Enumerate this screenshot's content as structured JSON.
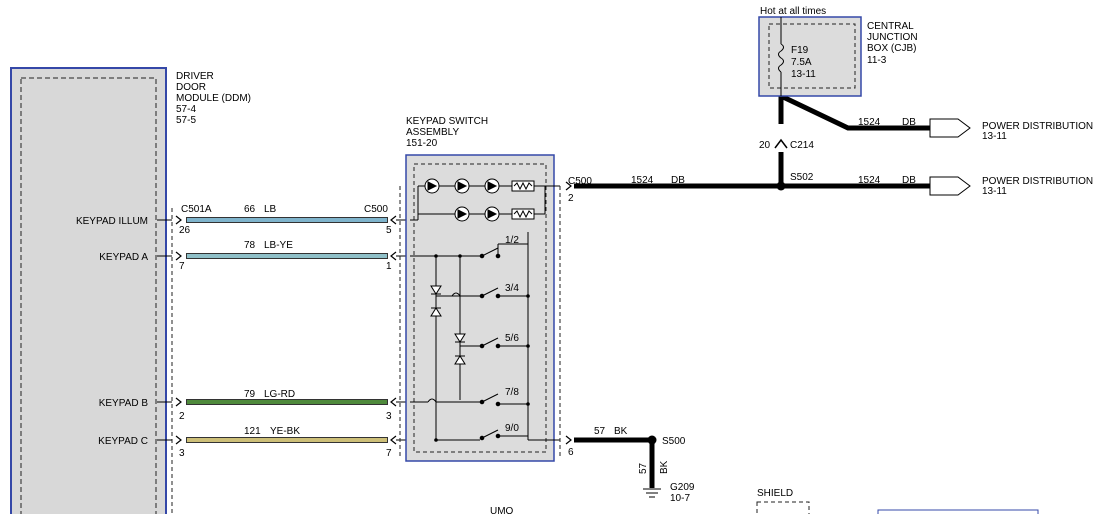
{
  "ddm": {
    "title_lines": [
      "DRIVER",
      "DOOR",
      "MODULE (DDM)",
      "57-4",
      "57-5"
    ],
    "connector": "C501A",
    "pins": {
      "illum": "26",
      "a": "7",
      "b": "2",
      "c": "3"
    }
  },
  "signals": {
    "illum": "KEYPAD ILLUM",
    "a": "KEYPAD A",
    "b": "KEYPAD B",
    "c": "KEYPAD C"
  },
  "wires": {
    "illum": {
      "circuit": "66",
      "color": "LB",
      "swatch": "#7fb4cc"
    },
    "a": {
      "circuit": "78",
      "color": "LB-YE",
      "swatch": "#8fc0c8"
    },
    "b": {
      "circuit": "79",
      "color": "LG-RD",
      "swatch": "#4f8a3c"
    },
    "c": {
      "circuit": "121",
      "color": "YE-BK",
      "swatch": "#cdbf78"
    },
    "power_main": {
      "circuit": "1524",
      "color": "DB"
    },
    "power_upper": {
      "circuit": "1524",
      "color": "DB"
    },
    "power_lower": {
      "circuit": "1524",
      "color": "DB"
    },
    "ground": {
      "circuit": "57",
      "color": "BK"
    },
    "ground_drop": {
      "circuit": "57",
      "color": "BK"
    }
  },
  "keypad": {
    "title_lines": [
      "KEYPAD SWITCH",
      "ASSEMBLY",
      "151-20"
    ],
    "left_connector": "C500",
    "left_pins": {
      "illum": "5",
      "a": "1",
      "b": "3",
      "c": "7"
    },
    "right_connector": "C500",
    "right_pins": {
      "power": "2",
      "ground": "6"
    },
    "switches": [
      "1/2",
      "3/4",
      "5/6",
      "7/8",
      "9/0"
    ]
  },
  "cjb": {
    "header": "Hot at all times",
    "fuse_lines": [
      "F19",
      "7.5A",
      "13-11"
    ],
    "title_lines": [
      "CENTRAL",
      "JUNCTION",
      "BOX (CJB)",
      "11-3"
    ]
  },
  "c214": {
    "pin": "20",
    "name": "C214"
  },
  "splice_power": "S502",
  "splice_ground": "S500",
  "ground_point": {
    "name": "G209",
    "ref": "10-7"
  },
  "power_dist": [
    {
      "label": "POWER DISTRIBUTION",
      "ref": "13-11"
    },
    {
      "label": "POWER DISTRIBUTION",
      "ref": "13-11"
    }
  ],
  "bottom": {
    "umo": "UMO",
    "shield": "SHIELD"
  }
}
